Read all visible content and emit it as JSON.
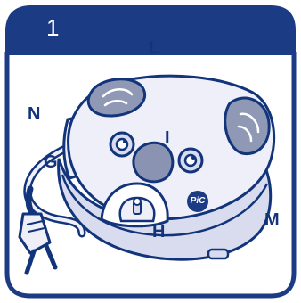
{
  "step_number": "1",
  "labels": {
    "L": "L",
    "N": "N",
    "G": "G",
    "I": "I",
    "H": "H",
    "M": "M"
  },
  "logo_text": "PiC",
  "colors": {
    "navy": "#1c3b85",
    "outline": "#12347a",
    "device_body": "#eeeff8",
    "device_base": "#d9dcef",
    "ears": "#8f99b5",
    "nose": "#8a94b2",
    "background": "#ffffff"
  }
}
